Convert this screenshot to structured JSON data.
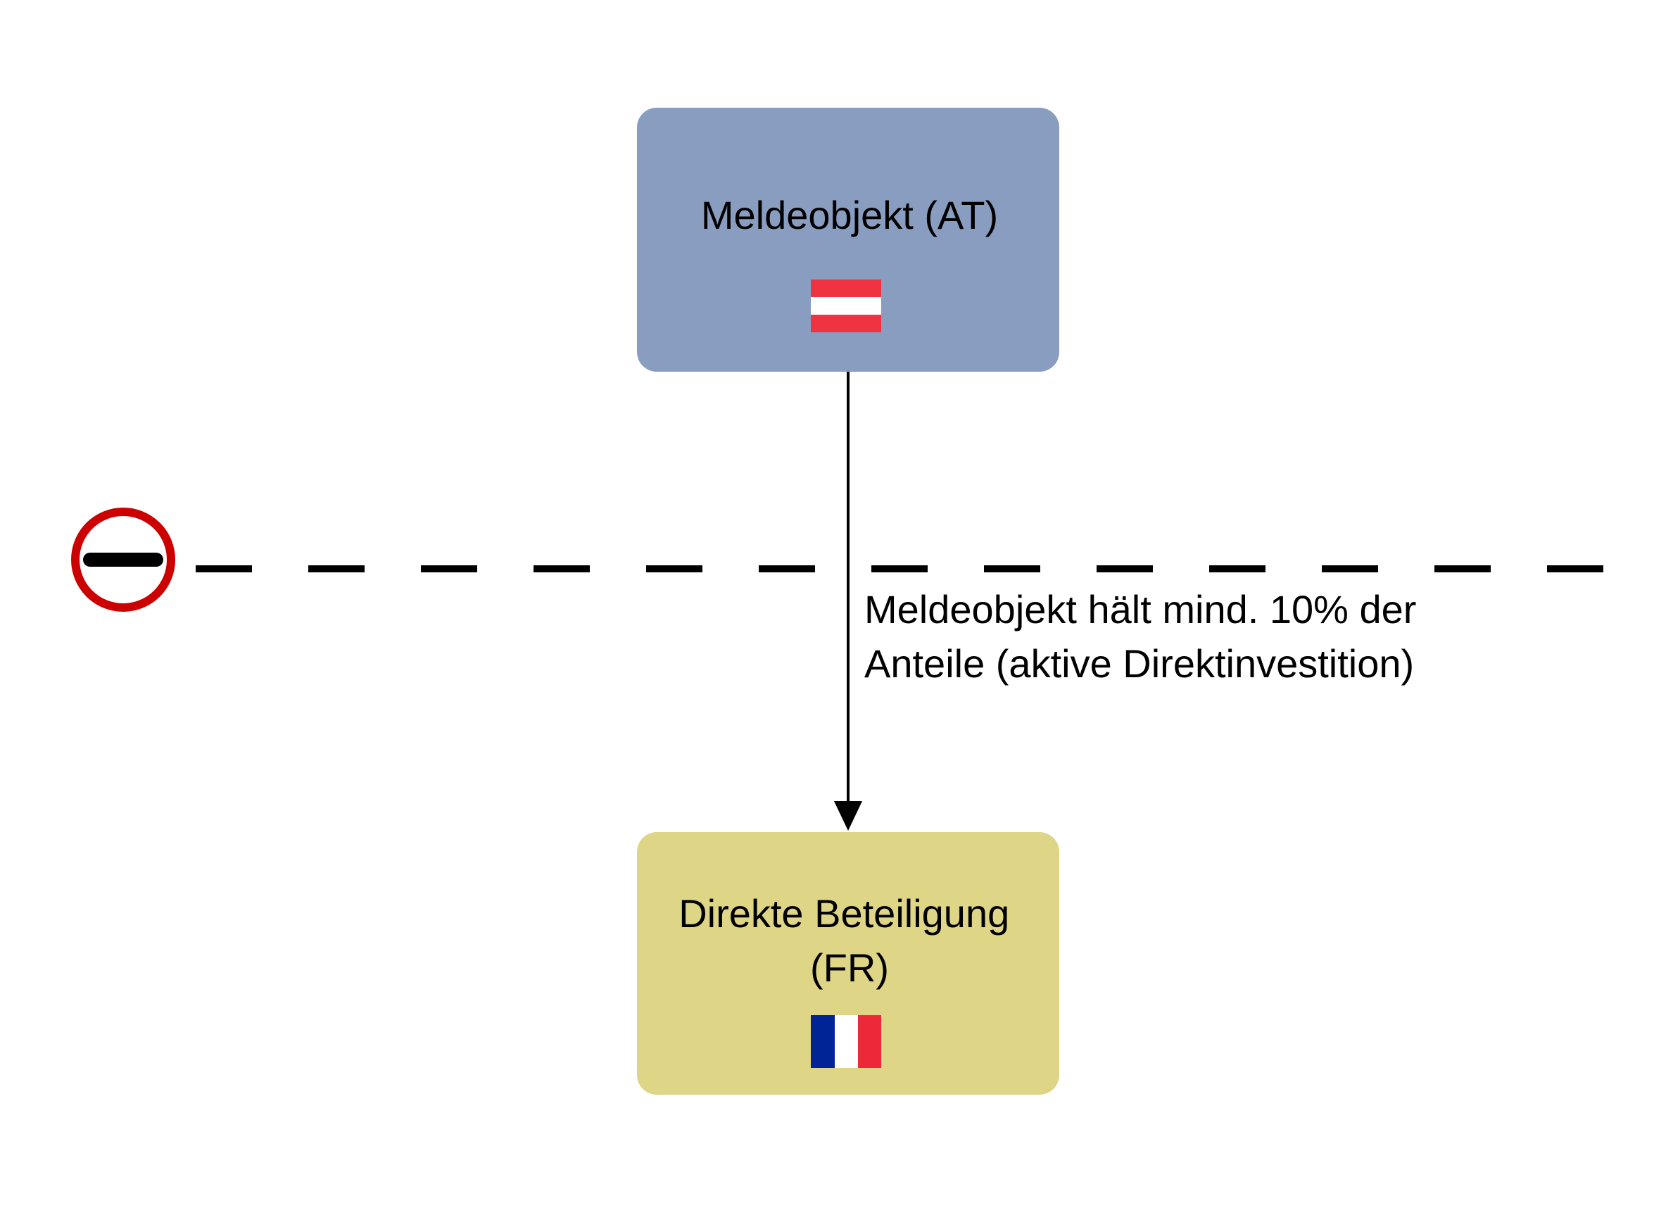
{
  "nodes": {
    "reporting_entity": {
      "label": "Meldeobjekt (AT)",
      "fill": "#889dc0",
      "flag": "austria-flag-icon"
    },
    "direct_participation": {
      "label_line1": "Direkte Beteiligung",
      "label_line2": "(FR)",
      "fill": "#dfd587",
      "flag": "france-flag-icon"
    }
  },
  "edge": {
    "label_line1": "Meldeobjekt hält mind. 10% der",
    "label_line2": "Anteile (aktive Direktinvestition)"
  },
  "boundary": {
    "style": "dashed",
    "icon": "no-entry-icon"
  },
  "colors": {
    "austria_red": "#ef3340",
    "austria_white": "#ffffff",
    "france_blue": "#002395",
    "france_white": "#ffffff",
    "france_red": "#ed2939",
    "no_entry_red": "#cc0000",
    "line": "#000000"
  }
}
